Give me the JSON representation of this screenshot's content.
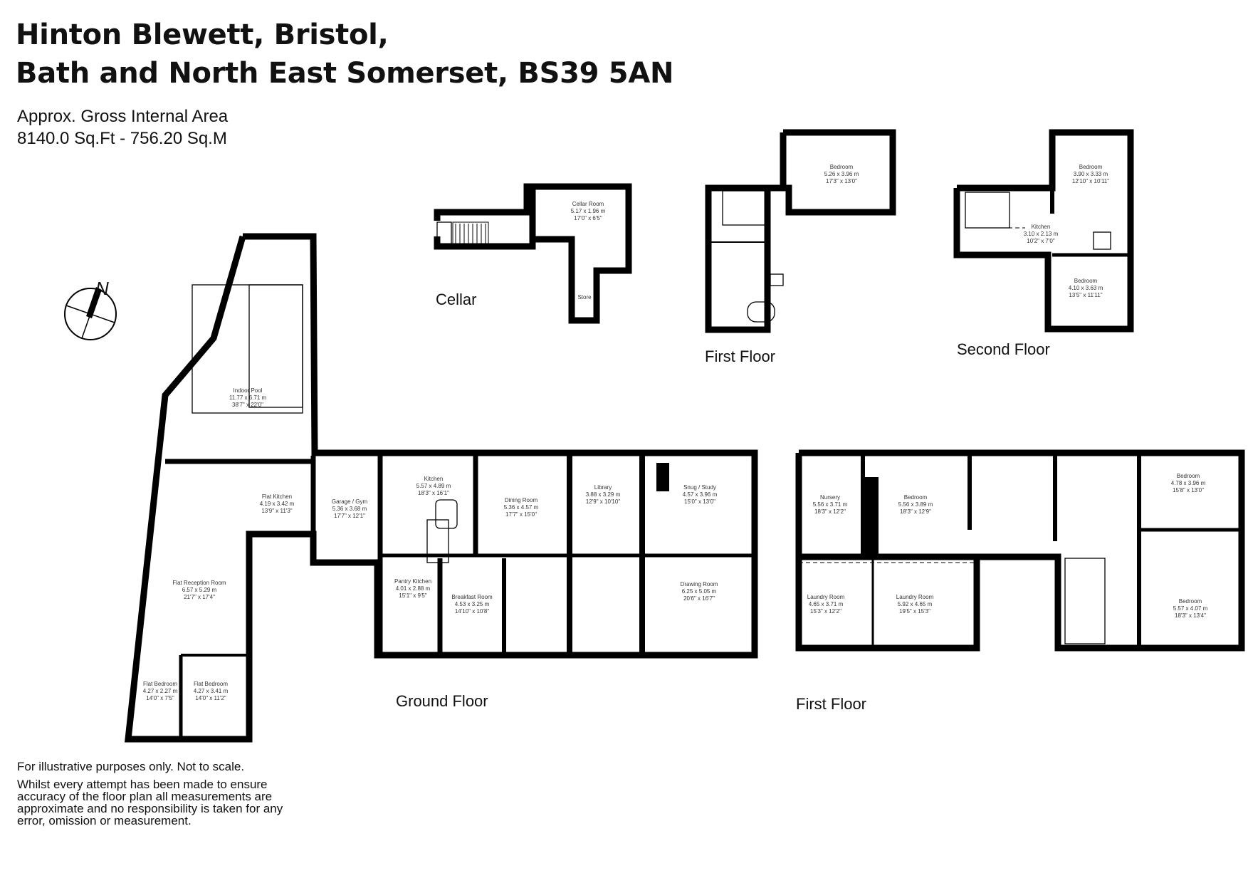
{
  "header": {
    "title_line1": "Hinton Blewett, Bristol,",
    "title_line2": "Bath and North East Somerset, BS39 5AN",
    "area_label": "Approx. Gross Internal Area",
    "area_value": "8140.0 Sq.Ft - 756.20 Sq.M"
  },
  "compass": {
    "label": "N",
    "icon": "north-arrow-icon"
  },
  "floors": {
    "cellar": {
      "label": "Cellar",
      "rooms": [
        {
          "name": "Cellar Room",
          "metric": "5.17 x 1.96 m",
          "imperial": "17'0\" x 6'5\""
        },
        {
          "name": "Store",
          "metric": "",
          "imperial": ""
        }
      ]
    },
    "first_floor_annex": {
      "label": "First Floor",
      "rooms": [
        {
          "name": "Bedroom",
          "metric": "5.26 x 3.96 m",
          "imperial": "17'3\" x 13'0\""
        }
      ]
    },
    "second_floor": {
      "label": "Second Floor",
      "rooms": [
        {
          "name": "Bedroom",
          "metric": "3.90 x 3.33 m",
          "imperial": "12'10\" x 10'11\""
        },
        {
          "name": "Kitchen",
          "metric": "3.10 x 2.13 m",
          "imperial": "10'2\" x 7'0\""
        },
        {
          "name": "Bedroom",
          "metric": "4.10 x 3.63 m",
          "imperial": "13'5\" x 11'11\""
        }
      ]
    },
    "ground_floor": {
      "label": "Ground Floor",
      "rooms": [
        {
          "name": "Indoor Pool",
          "metric": "11.77 x 6.71 m",
          "imperial": "38'7\" x 22'0\""
        },
        {
          "name": "Flat Kitchen",
          "metric": "4.19 x 3.42 m",
          "imperial": "13'9\" x 11'3\""
        },
        {
          "name": "Garage / Gym",
          "metric": "5.36 x 3.68 m",
          "imperial": "17'7\" x 12'1\""
        },
        {
          "name": "Kitchen",
          "metric": "5.57 x 4.89 m",
          "imperial": "18'3\" x 16'1\""
        },
        {
          "name": "Dining Room",
          "metric": "5.36 x 4.57 m",
          "imperial": "17'7\" x 15'0\""
        },
        {
          "name": "Library",
          "metric": "3.88 x 3.29 m",
          "imperial": "12'9\" x 10'10\""
        },
        {
          "name": "Snug / Study",
          "metric": "4.57 x 3.96 m",
          "imperial": "15'0\" x 13'0\""
        },
        {
          "name": "Flat Reception Room",
          "metric": "6.57 x 5.29 m",
          "imperial": "21'7\" x 17'4\""
        },
        {
          "name": "Pantry Kitchen",
          "metric": "4.01 x 2.88 m",
          "imperial": "15'1\" x 9'5\""
        },
        {
          "name": "Breakfast Room",
          "metric": "4.53 x 3.25 m",
          "imperial": "14'10\" x 10'8\""
        },
        {
          "name": "Drawing Room",
          "metric": "6.25 x 5.05 m",
          "imperial": "20'6\" x 16'7\""
        },
        {
          "name": "Flat Bedroom",
          "metric": "4.27 x 2.27 m",
          "imperial": "14'0\" x 7'5\""
        },
        {
          "name": "Flat Bedroom",
          "metric": "4.27 x 3.41 m",
          "imperial": "14'0\" x 11'2\""
        }
      ]
    },
    "first_floor_main": {
      "label": "First Floor",
      "rooms": [
        {
          "name": "Nursery",
          "metric": "5.56 x 3.71 m",
          "imperial": "18'3\" x 12'2\""
        },
        {
          "name": "Bedroom",
          "metric": "5.56 x 3.89 m",
          "imperial": "18'3\" x 12'9\""
        },
        {
          "name": "Bedroom",
          "metric": "4.78 x 3.96 m",
          "imperial": "15'8\" x 13'0\""
        },
        {
          "name": "Laundry Room",
          "metric": "4.65 x 3.71 m",
          "imperial": "15'3\" x 12'2\""
        },
        {
          "name": "Laundry Room",
          "metric": "5.92 x 4.65 m",
          "imperial": "19'5\" x 15'3\""
        },
        {
          "name": "Bedroom",
          "metric": "5.57 x 4.07 m",
          "imperial": "18'3\" x 13'4\""
        }
      ]
    }
  },
  "disclaimer": {
    "line1": "For illustrative purposes only. Not to scale.",
    "line2": "Whilst every attempt has been made to ensure accuracy of the floor plan all measurements are approximate and no responsibility is taken for any error, omission or measurement."
  }
}
